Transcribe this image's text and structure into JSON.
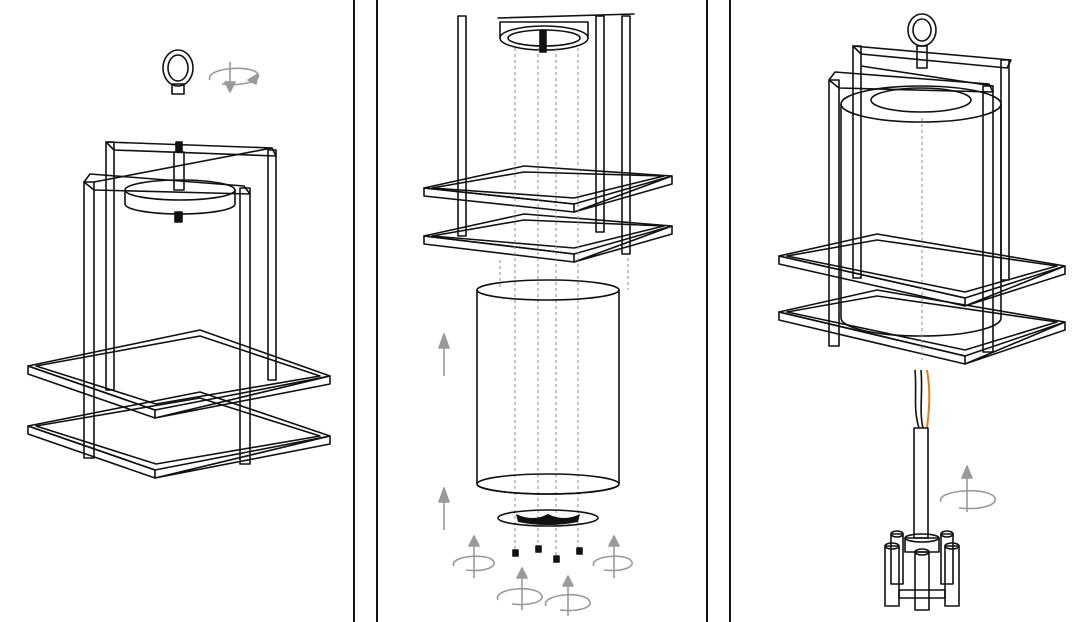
{
  "figure": {
    "kind": "assembly-instructions",
    "steps": [
      {
        "id": "step-1",
        "subject": "ring-and-frame"
      },
      {
        "id": "step-2",
        "subject": "cylinder-shade-and-plate"
      },
      {
        "id": "step-3",
        "subject": "wiring-and-socket-cluster"
      }
    ]
  },
  "colors": {
    "line": "#111111",
    "arrow": "#9a9a9a",
    "guide": "#8a8a8a",
    "wire_orange": "#e07b16",
    "background": "#ffffff"
  },
  "icons": {
    "rotate": "rotate-arrow-icon",
    "up": "up-arrow-icon",
    "down": "down-arrow-icon"
  }
}
